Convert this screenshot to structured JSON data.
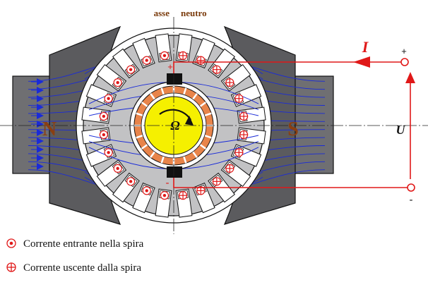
{
  "labels": {
    "axis_left": "asse",
    "axis_right": "neutro",
    "pole_north": "N",
    "pole_south": "S",
    "speed": "Ω",
    "current": "I",
    "voltage": "U",
    "terminal_plus": "+",
    "terminal_minus": "-",
    "brush_top_sign": "+",
    "brush_bottom_sign": "-"
  },
  "legend": [
    {
      "symbol": "dot-in-circle-icon",
      "text": "Corrente entrante nella spira"
    },
    {
      "symbol": "plus-in-circle-icon",
      "text": "Corrente uscente dalla spira"
    }
  ],
  "colors": {
    "circuit": "#e01818",
    "field_lines": "#1a2bd8",
    "pole_body": "#6f6f72",
    "pole_shoe": "#5b5b5e",
    "armature": "#c2c2c4",
    "commutator": "#e8844a",
    "shaft": "#f5f000",
    "axis_text": "#7a3b0c",
    "pole_letter": "#8a3f12",
    "brush": "#111111"
  }
}
